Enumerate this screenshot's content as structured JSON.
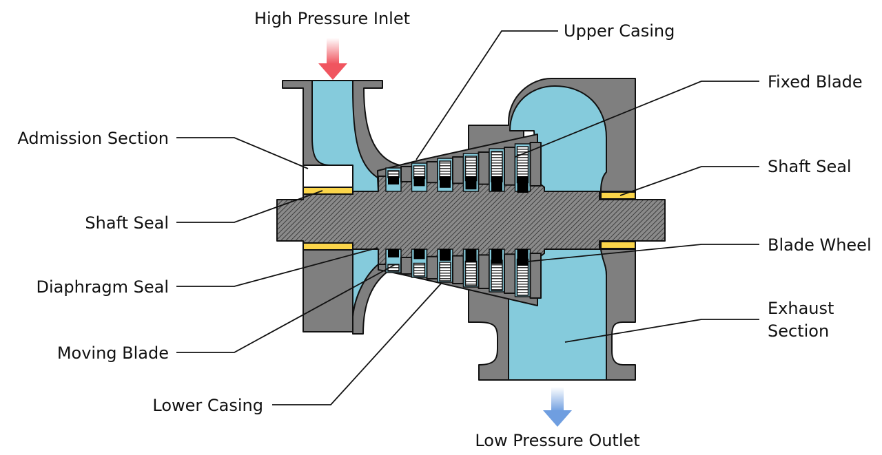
{
  "title": "Steam Turbine Cross-Section",
  "colors": {
    "casing": "#7f7f7f",
    "steam": "#85cbdc",
    "seal": "#fbd54a",
    "inlet_arrow": "#f0555f",
    "outlet_arrow": "#6f9ee0",
    "outline": "#111111"
  },
  "labels": {
    "inlet": "High Pressure Inlet",
    "outlet": "Low Pressure Outlet",
    "upper_casing": "Upper Casing",
    "fixed_blade": "Fixed Blade",
    "shaft_seal_right": "Shaft Seal",
    "blade_wheel": "Blade Wheel",
    "exhaust_line1": "Exhaust",
    "exhaust_line2": "Section",
    "admission_section": "Admission Section",
    "shaft_seal_left": "Shaft Seal",
    "diaphragm_seal": "Diaphragm Seal",
    "moving_blade": "Moving Blade",
    "lower_casing": "Lower Casing"
  },
  "icons": {
    "inlet_arrow": "arrow-down-red",
    "outlet_arrow": "arrow-down-blue"
  },
  "stages": 6
}
